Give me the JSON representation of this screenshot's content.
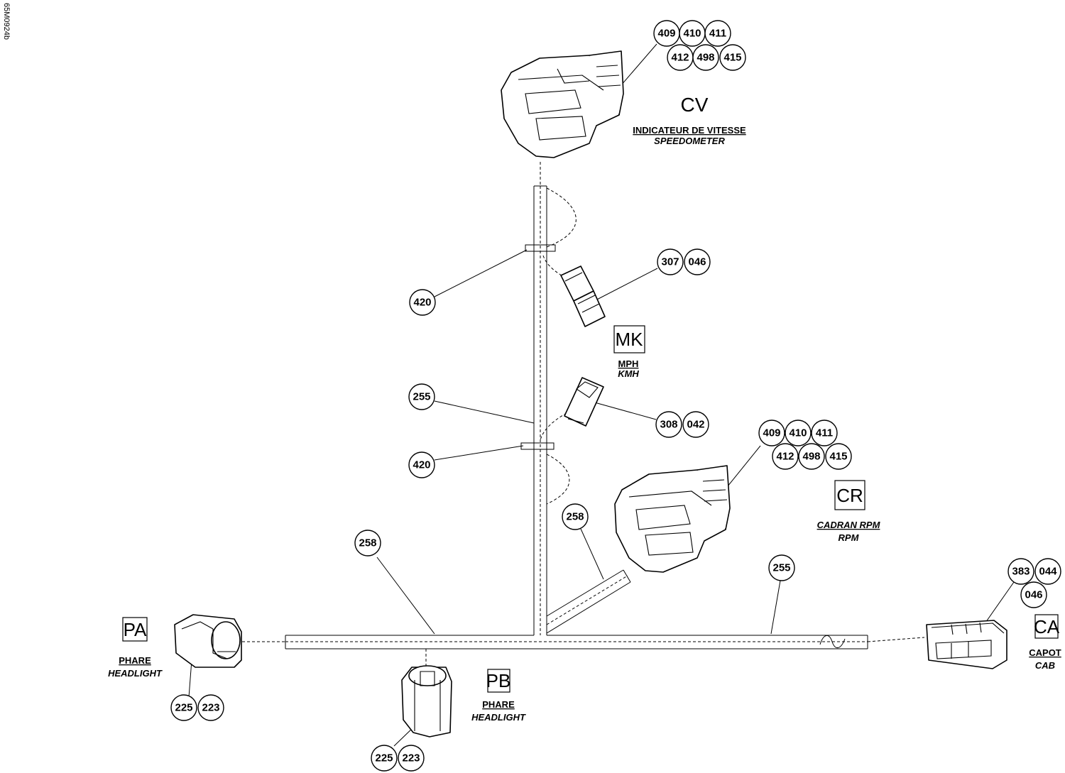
{
  "drawing_id": "65M0924b",
  "bubbles": {
    "cv": [
      "409",
      "410",
      "411",
      "412",
      "498",
      "415"
    ],
    "cr": [
      "409",
      "410",
      "411",
      "412",
      "498",
      "415"
    ],
    "clip_top": "420",
    "clip_mid": "420",
    "mk_male": [
      "307",
      "046"
    ],
    "mk_female": [
      "308",
      "042"
    ],
    "harness_vertical": "255",
    "harness_main_left": "258",
    "harness_branch": "258",
    "harness_main_right": "255",
    "ca": [
      "383",
      "044",
      "046"
    ],
    "pa": [
      "225",
      "223"
    ],
    "pb": [
      "225",
      "223"
    ]
  },
  "connectors": {
    "cv": {
      "code": "CV",
      "label_fr": "INDICATEUR DE VITESSE",
      "label_en": "SPEEDOMETER"
    },
    "mk": {
      "code": "MK",
      "label_fr": "MPH",
      "label_en": "KMH"
    },
    "cr": {
      "code": "CR",
      "label_fr": "CADRAN RPM",
      "label_en": "RPM"
    },
    "ca": {
      "code": "CA",
      "label_fr": "CAPOT",
      "label_en": "CAB"
    },
    "pa": {
      "code": "PA",
      "label_fr": "PHARE",
      "label_en": "HEADLIGHT"
    },
    "pb": {
      "code": "PB",
      "label_fr": "PHARE",
      "label_en": "HEADLIGHT"
    }
  }
}
